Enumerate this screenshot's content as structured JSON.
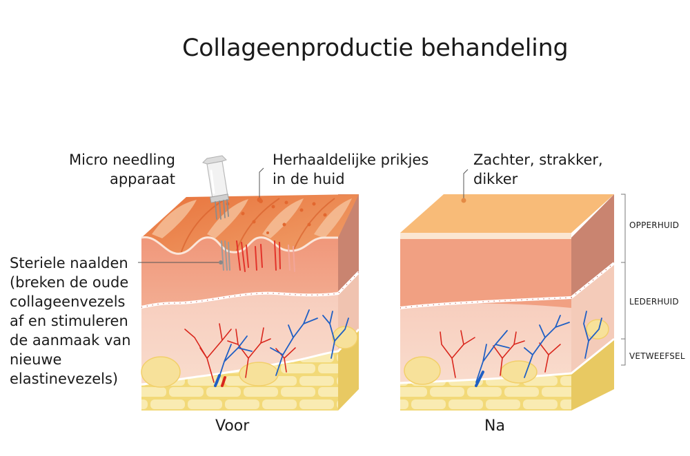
{
  "title": "Collageenproductie behandeling",
  "labels": {
    "device": [
      "Micro needling",
      "apparaat"
    ],
    "pricks": [
      "Herhaaldelijke prikjes",
      "in de huid"
    ],
    "needles": [
      "Steriele naalden",
      "(breken de oude",
      "collageenvezels",
      "af en stimuleren",
      "de aanmaak van",
      "nieuwe",
      "elastinevezels)"
    ],
    "result": [
      "Zachter, strakker,",
      "dikker"
    ]
  },
  "layers": [
    "OPPERHUID",
    "LEDERHUID",
    "VETWEEFSEL"
  ],
  "captions": {
    "before": "Voor",
    "after": "Na"
  },
  "colors": {
    "epidermis_top": "#f2a06a",
    "epidermis_front": "#f1a080",
    "dermis": "#f7c9b6",
    "fat_cells": "#f7e19a",
    "artery": "#d9261c",
    "vein": "#1f5fc4"
  }
}
